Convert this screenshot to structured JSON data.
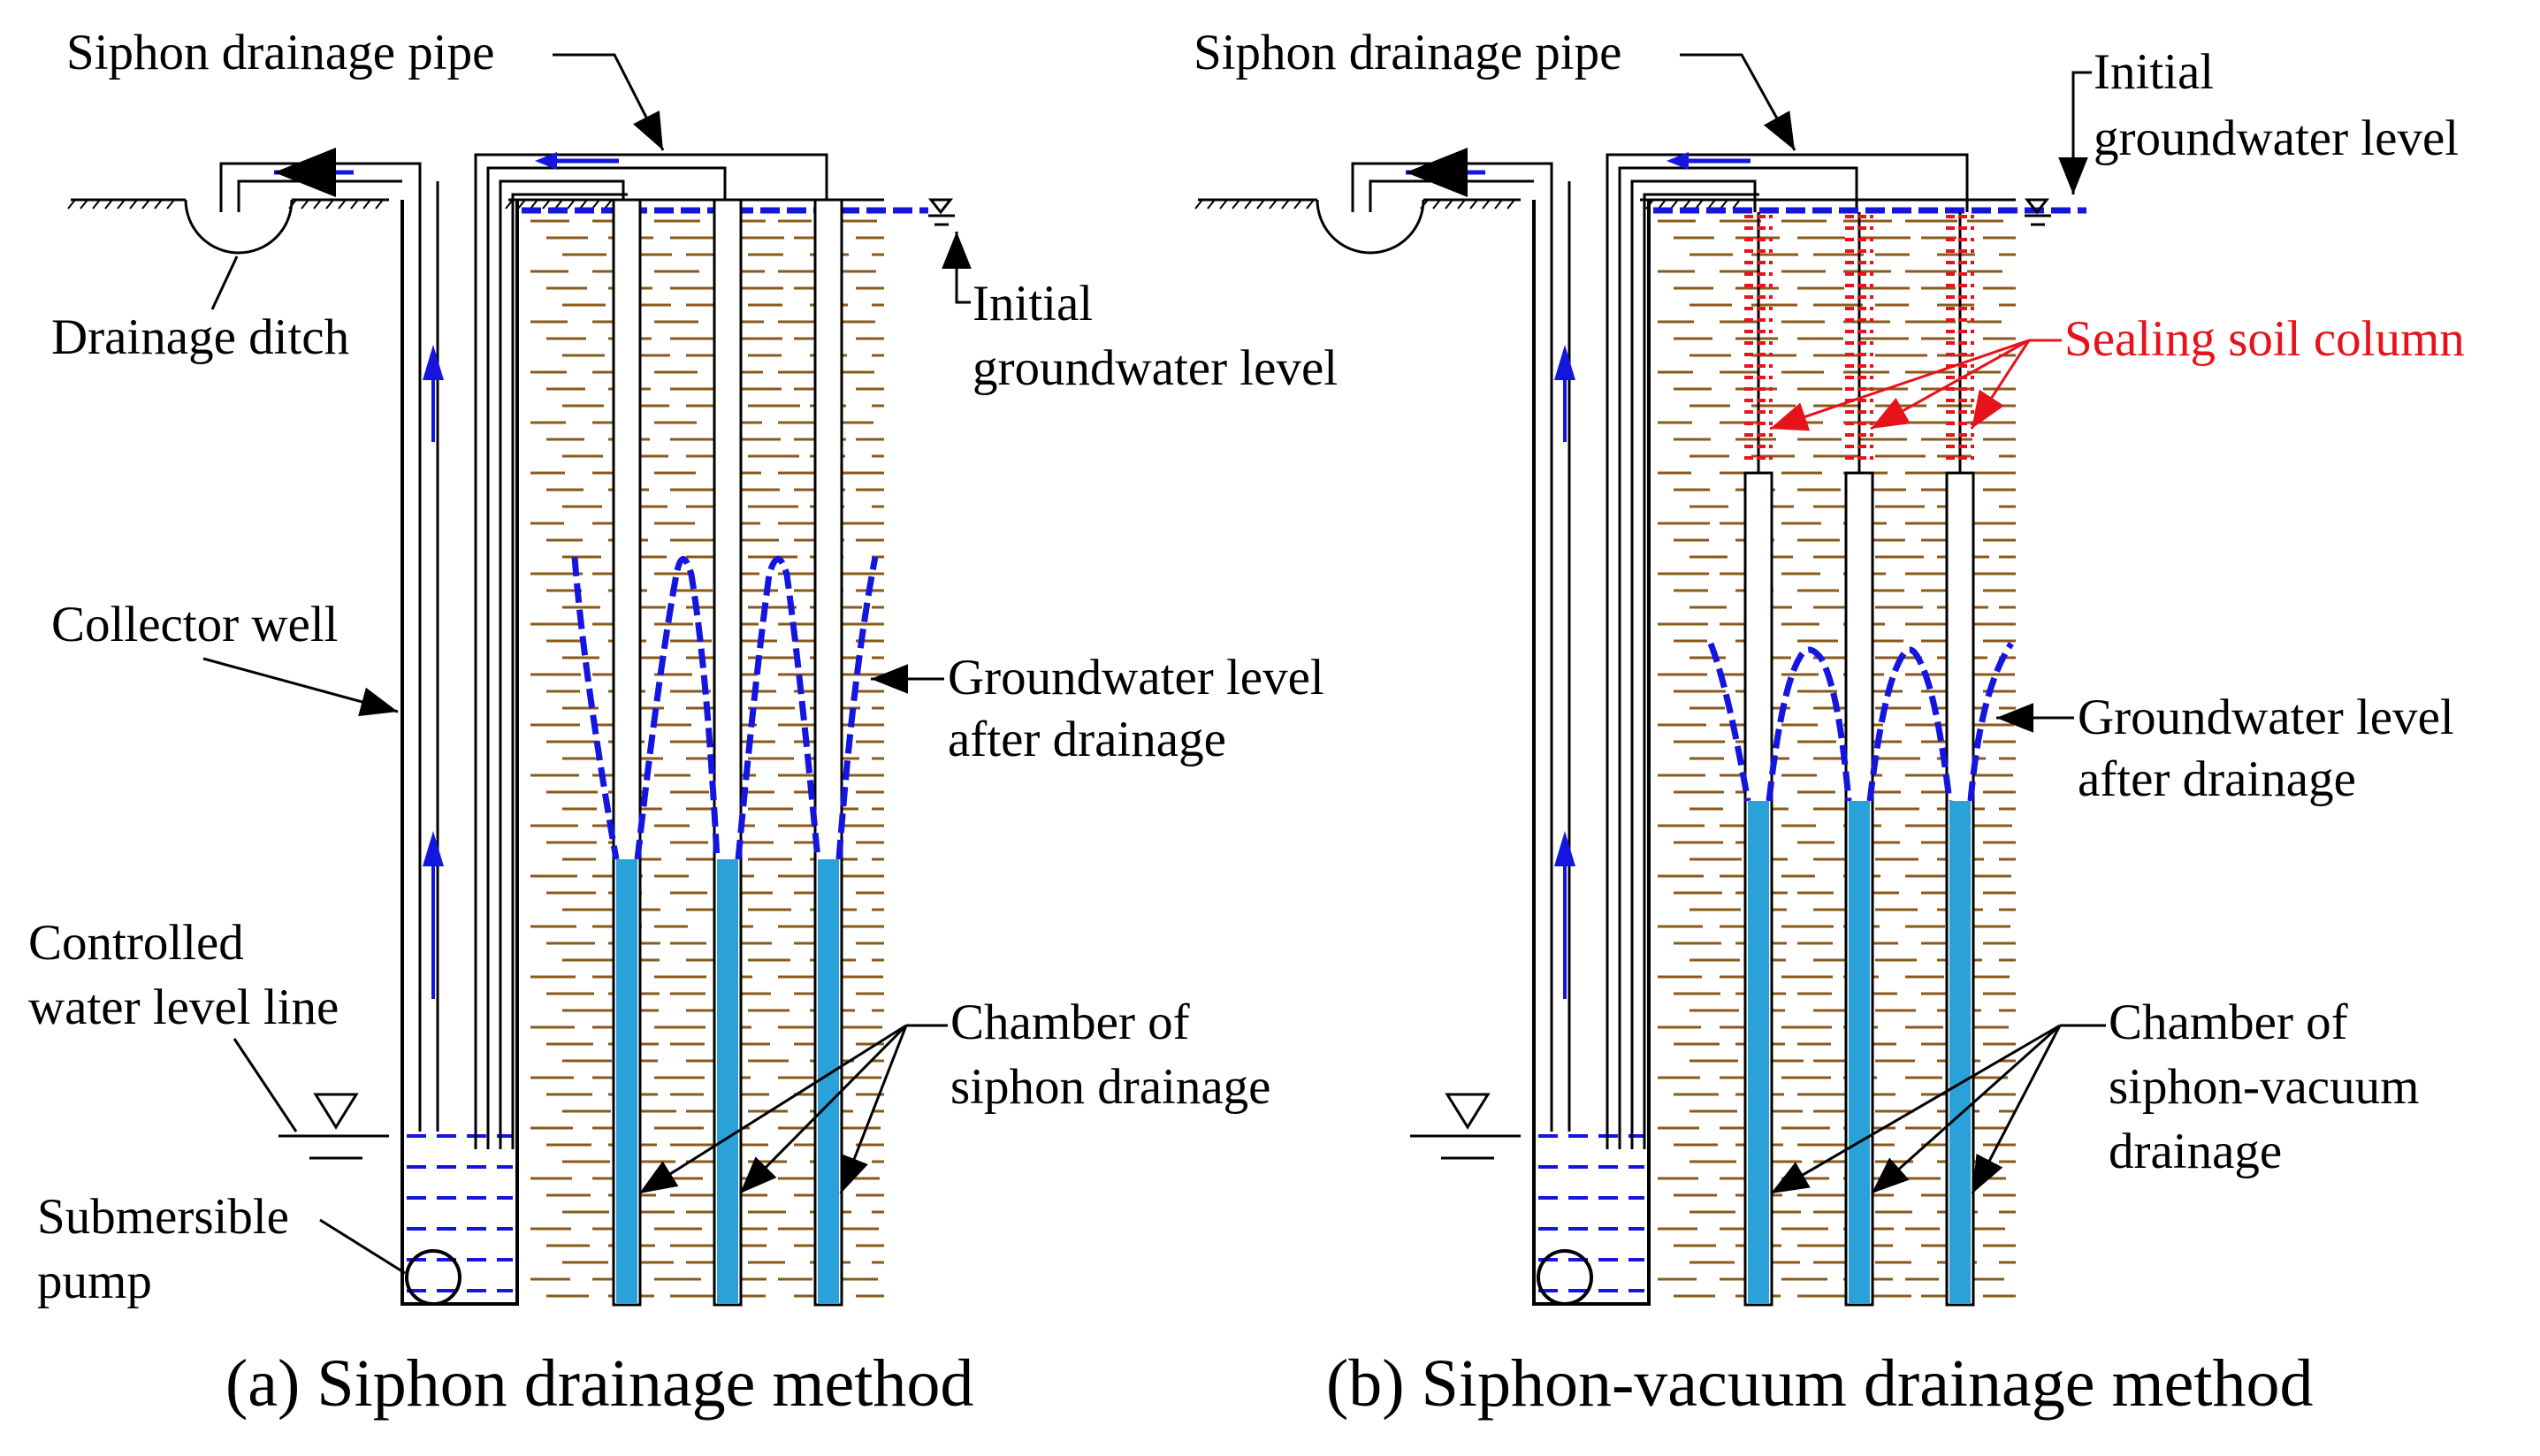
{
  "colors": {
    "soil_hatch": "#8a5a1a",
    "water_blue": "#1515e0",
    "chamber_blue": "#2aa1d8",
    "sealing_red": "#e8121b",
    "line": "#000000"
  },
  "panel_a": {
    "caption": "(a) Siphon drainage method",
    "siphon_pipe": "Siphon drainage pipe",
    "drainage_ditch": "Drainage ditch",
    "initial_gwl": [
      "Initial",
      "groundwater level"
    ],
    "collector_well": "Collector well",
    "gwl_after": [
      "Groundwater level",
      "after drainage"
    ],
    "controlled_level": [
      "Controlled",
      "water level line"
    ],
    "chamber": [
      "Chamber of",
      "siphon drainage"
    ],
    "pump": [
      "Submersible",
      "pump"
    ]
  },
  "panel_b": {
    "caption": "(b) Siphon-vacuum drainage method",
    "siphon_pipe": "Siphon drainage pipe",
    "initial_gwl": [
      "Initial",
      "groundwater level"
    ],
    "sealing": "Sealing soil column",
    "gwl_after": [
      "Groundwater level",
      "after drainage"
    ],
    "chamber": [
      "Chamber of",
      "siphon-vacuum",
      "drainage"
    ]
  }
}
